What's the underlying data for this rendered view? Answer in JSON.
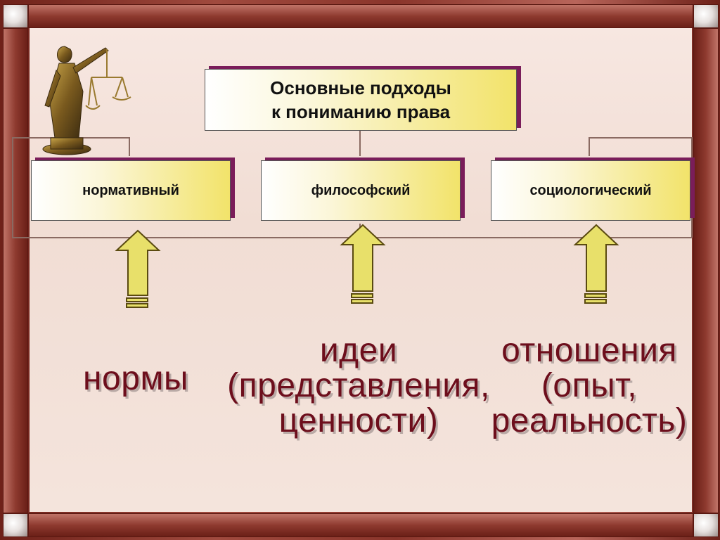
{
  "diagram": {
    "title_line1": "Основные подходы",
    "title_line2": "к пониманию права",
    "approaches": [
      "нормативный",
      "философский",
      "социологический"
    ],
    "bases": [
      {
        "line1": "нормы",
        "line2": "",
        "line3": ""
      },
      {
        "line1": "идеи",
        "line2": "(представления,",
        "line3": "ценности)"
      },
      {
        "line1": "отношения",
        "line2": "(опыт,",
        "line3": "реальность)"
      }
    ]
  },
  "icons": {
    "statue": "themis-justice-statue-icon",
    "arrow": "up-arrow-icon"
  },
  "colors": {
    "frame": "#8e3a2f",
    "panel": "#f4e4dc",
    "box_accent": "#f2e36a",
    "box_shadow": "#7a1d5a",
    "arrow_fill": "#e8e06a",
    "word_color": "#6d0e1c"
  }
}
